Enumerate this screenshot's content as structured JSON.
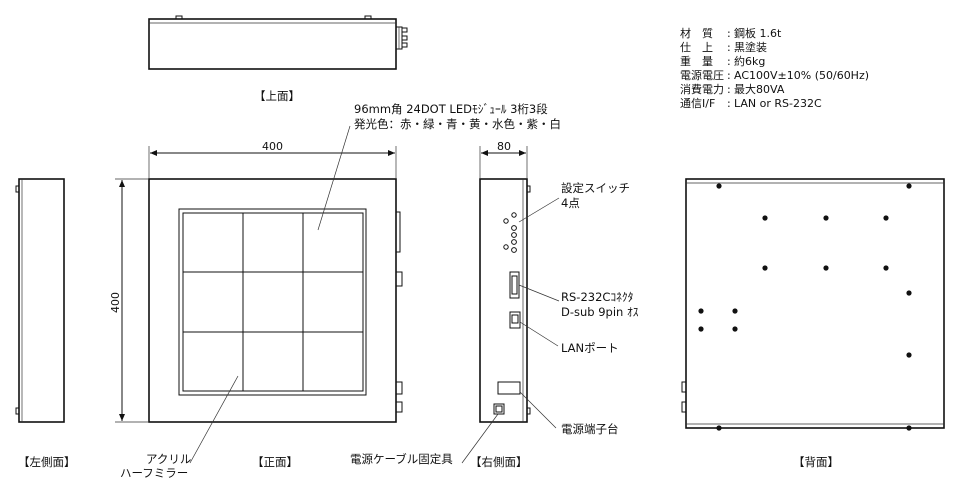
{
  "specs": [
    {
      "key": "材　質",
      "value": "鋼板 1.6t"
    },
    {
      "key": "仕　上",
      "value": "黒塗装"
    },
    {
      "key": "重　量",
      "value": "約6kg"
    },
    {
      "key": "電源電圧",
      "value": "AC100V±10% (50/60Hz)"
    },
    {
      "key": "消費電力",
      "value": "最大80VA"
    },
    {
      "key": "通信I/F",
      "value": "LAN or RS-232C"
    }
  ],
  "views": {
    "top": "【上面】",
    "left": "【左側面】",
    "front": "【正面】",
    "right": "【右側面】",
    "back": "【背面】"
  },
  "dimensions": {
    "width": "400",
    "height": "400",
    "depth": "80"
  },
  "annotations": {
    "module_line1": "96mm角 24DOT LEDﾓｼﾞｭｰﾙ 3桁3段",
    "module_line2": "発光色：赤・緑・青・黄・水色・紫・白",
    "mirror_line1": "アクリル",
    "mirror_line2": "ハーフミラー",
    "switch_line1": "設定スイッチ",
    "switch_line2": "4点",
    "rs_line1": "RS-232Cｺﾈｸﾀ",
    "rs_line2": "D-sub 9pin ｵｽ",
    "lan": "LANポート",
    "terminal": "電源端子台",
    "fixture": "電源ケーブル固定具"
  }
}
